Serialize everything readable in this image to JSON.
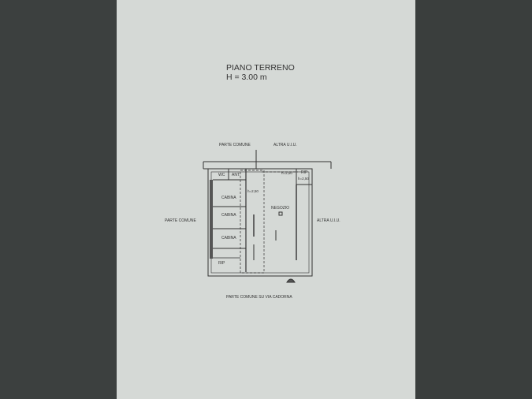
{
  "title": {
    "line1": "PIANO TERRENO",
    "line2": "H = 3.00 m"
  },
  "labels": {
    "top_left": "PARTE COMUNE",
    "top_right": "ALTRA U.I.U.",
    "left": "PARTE COMUNE",
    "right": "ALTRA U.I.U.",
    "bottom": "PARTE COMUNE SU VIA CADORNA"
  },
  "rooms": {
    "wc": "WC",
    "ant": "ANT.",
    "cabina_1": "CABINA",
    "cabina_2": "CABINA",
    "cabina_3": "CABINA",
    "rip_left": "RIP",
    "negozio": "NEGOZIO",
    "rip_right": "RIP"
  },
  "heights": {
    "h_cabine": "h=2,50",
    "h_top": "h=2,50",
    "h_rip": "h=2,50"
  },
  "colors": {
    "paper": "#d5d9d6",
    "ink": "#333333",
    "background": "#3b3f3e"
  }
}
